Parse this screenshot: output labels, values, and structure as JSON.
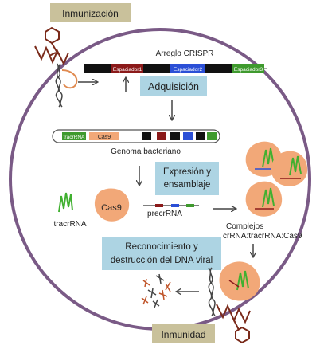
{
  "labels": {
    "inmunizacion": "Inmunización",
    "inmunidad": "Inmunidad",
    "arreglo_crispr": "Arreglo CRISPR",
    "espaciador1": "Espaciador1",
    "espaciador2": "Espaciador2",
    "espaciador3": "Espaciador3",
    "adquisicion": "Adquisición",
    "tracrrna_gene": "tracrRNA",
    "cas9_gene": "Cas9",
    "genoma_bacteriano": "Genoma bacteriano",
    "expresion_line1": "Expresión y",
    "expresion_line2": "ensamblaje",
    "tracrrna": "tracrRNA",
    "cas9": "Cas9",
    "precrrna": "precrRNA",
    "complejos_line1": "Complejos",
    "complejos_line2": "crRNA:tracrRNA:Cas9",
    "reconocimiento_line1": "Reconocimiento y",
    "reconocimiento_line2": "destrucción del DNA viral"
  },
  "colors": {
    "cell_border": "#7a5a86",
    "tag_fill": "#c9c19b",
    "step_box": "#add4e3",
    "spacer1": "#8b1a1a",
    "spacer2": "#2b4fd6",
    "spacer3": "#3f9a2e",
    "repeat": "#111111",
    "cas9": "#f2a878",
    "tracrrna": "#40b030",
    "phage": "#7a2a1a",
    "arrow": "#444444"
  }
}
